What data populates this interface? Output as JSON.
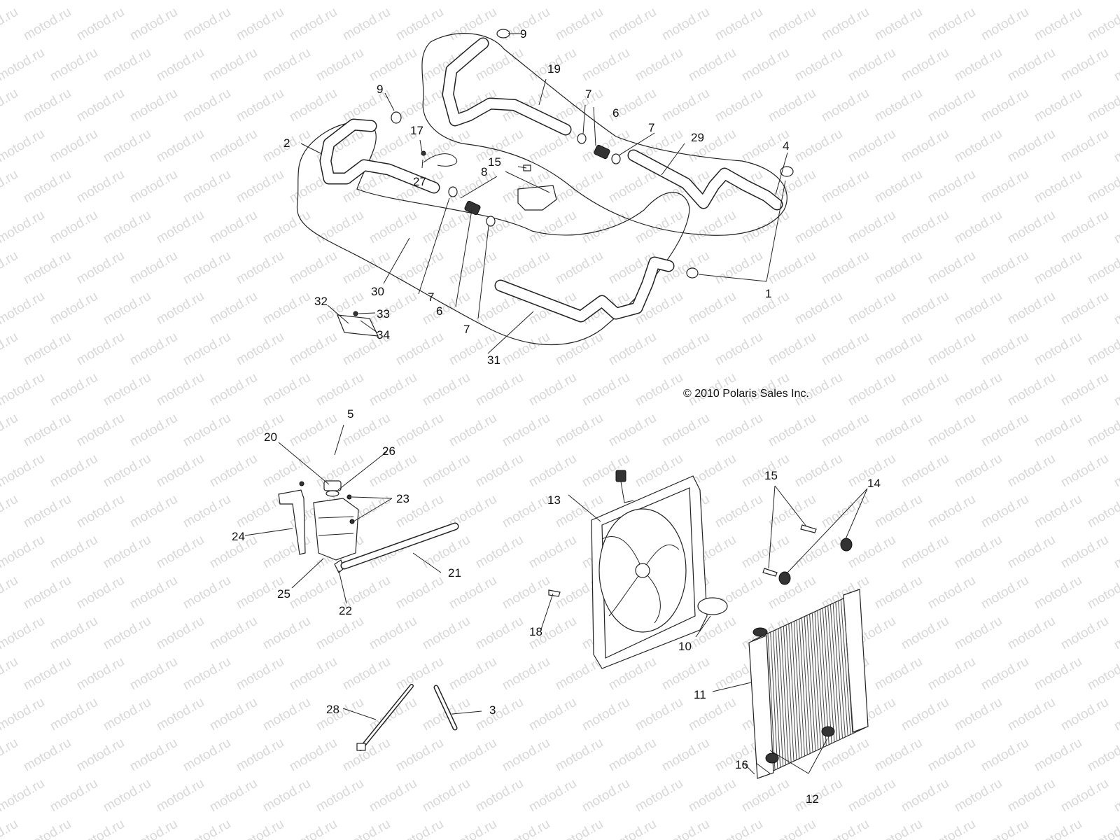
{
  "watermark": {
    "text": "motod.ru"
  },
  "copyright": "© 2010 Polaris Sales Inc.",
  "callouts": {
    "n1": "1",
    "n2": "2",
    "n3": "3",
    "n4": "4",
    "n5": "5",
    "n6": "6",
    "n7": "7",
    "n8": "8",
    "n9": "9",
    "n10": "10",
    "n11": "11",
    "n12": "12",
    "n13": "13",
    "n14": "14",
    "n15": "15",
    "n16": "16",
    "n17": "17",
    "n18": "18",
    "n19": "19",
    "n20": "20",
    "n21": "21",
    "n22": "22",
    "n23": "23",
    "n24": "24",
    "n25": "25",
    "n26": "26",
    "n27": "27",
    "n28": "28",
    "n29": "29",
    "n30": "30",
    "n31": "31",
    "n32": "32",
    "n33": "33",
    "n34": "34"
  }
}
